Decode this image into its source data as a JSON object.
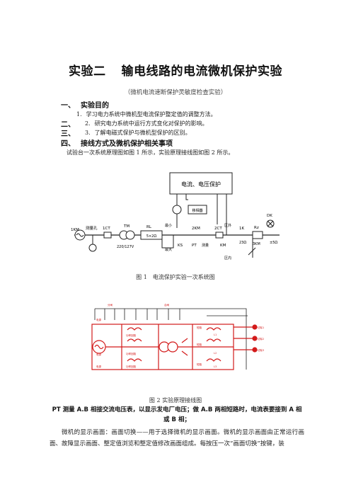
{
  "title": {
    "number": "实验二",
    "name": "输电线路的电流微机保护实验"
  },
  "subtitle": "（微机电流速断保护灵敏度检查实验）",
  "sections": [
    {
      "num": "一、",
      "label": "实验目的"
    },
    {
      "num": "四、",
      "label": "接线方式及微机保护相关事项"
    }
  ],
  "objectives": [
    {
      "num": "1.",
      "text": "学习电力系统中微机型电流保护整定值的调整方法。"
    },
    {
      "num": "二、",
      "n2": "2.",
      "text": "研究电力系统中运行方式变化对保护的影响。"
    },
    {
      "num": "三、",
      "n2": "3.",
      "text": "了解电磁式保护与微机型保护的区别。"
    }
  ],
  "intro": "试验台一次系统原理图如图 1 所示，实验原理接线图如图 2 所示。",
  "fig1": {
    "protection_box": "电流、电压保护",
    "labels": {
      "source": "1KM",
      "meter": "测量孔",
      "ct1": "1CT",
      "tm": "TM",
      "rl": "RL",
      "ratio": "5×2Ω",
      "voltage": "220/127V",
      "ks": "KS",
      "pt": "PT",
      "ct2": "2CT",
      "measure": "测量",
      "km2": "2KM",
      "km1": "KM",
      "large": "最大",
      "small": "最小",
      "zone1": "区外",
      "zone2": "区内",
      "rz": "Rz",
      "k1": "1K",
      "dk": "DK",
      "km3": "3KM",
      "ohm1": "23Ω",
      "ohm2": "±5Ω",
      "relay_box": "移相器"
    },
    "caption": "图 1　电流保护实验一次系统图"
  },
  "fig2": {
    "labels": [
      "电源",
      "电源",
      "电源",
      "短路",
      "短路",
      "短路",
      "功率回路",
      "功率回路",
      "功率回路",
      "切除1",
      "切除2",
      "切除3",
      "L1",
      "L2",
      "L3",
      "分闸",
      "合闸"
    ],
    "caption": "图 2 实验原理接线图"
  },
  "pt_note": "PT 测量 A.B 相接交流电压表，以显示发电厂电压；做 A.B 两相短路时，电流表要接到 A 相或 B 相；",
  "paragraph": "微机的显示画面：画面切换——用于选择微机的显示画面。微机的显示画面由正常运行画面、故障显示画面、整定值浏览和整定值修改画面组成。每按压一次“画面切换”按键，装",
  "colors": {
    "red": "#d31a1a",
    "dark": "#222222"
  }
}
